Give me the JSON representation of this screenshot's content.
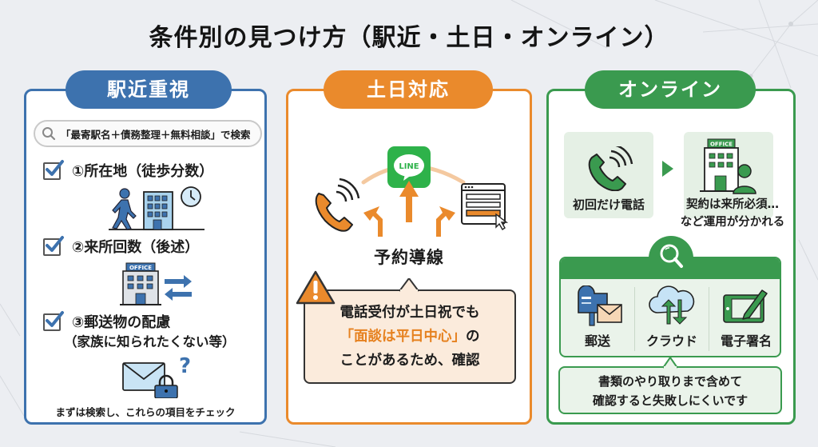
{
  "title": "条件別の見つけ方（駅近・土日・オンライン）",
  "colors": {
    "blue": "#3d72ae",
    "orange": "#ea8a2c",
    "green": "#3a9a4f",
    "background": "#eceef2"
  },
  "panels": {
    "station": {
      "header": "駅近重視",
      "search_query": "「最寄駅名＋債務整理＋無料相談」で検索",
      "items": [
        {
          "label": "①所在地（徒歩分数）",
          "icon": "walking-building-clock-icon"
        },
        {
          "label": "②来所回数（後述）",
          "icon": "office-arrows-icon",
          "office_sign": "OFFICE"
        },
        {
          "label": "③郵送物の配慮",
          "sub": "（家族に知られたくない等）",
          "icon": "envelope-lock-icon"
        }
      ],
      "footer": "まずは検索し、これらの項目をチェック"
    },
    "weekend": {
      "header": "土日対応",
      "channels": [
        {
          "name": "phone",
          "icon": "phone-icon"
        },
        {
          "name": "LINE",
          "icon": "line-icon",
          "text": "LINE"
        },
        {
          "name": "web-form",
          "icon": "web-form-icon"
        }
      ],
      "reserve_label": "予約導線",
      "warning": {
        "line1": "電話受付が土日祝でも",
        "highlight": "「面談は平日中心」",
        "line2_suffix": "の",
        "line3": "ことがあるため、確認"
      }
    },
    "online": {
      "header": "オンライン",
      "flow": [
        {
          "label": "初回だけ電話",
          "icon": "phone-icon"
        },
        {
          "label": "契約は来所必須…",
          "label2": "など運用が分かれる",
          "icon": "office-person-icon",
          "office_sign": "OFFICE"
        }
      ],
      "methods": [
        {
          "label": "郵送",
          "icon": "mailbox-icon"
        },
        {
          "label": "クラウド",
          "icon": "cloud-sync-icon"
        },
        {
          "label": "電子署名",
          "icon": "tablet-pen-icon"
        }
      ],
      "tip": {
        "line1": "書類のやり取りまで含めて",
        "line2": "確認すると失敗しにくいです"
      }
    }
  }
}
